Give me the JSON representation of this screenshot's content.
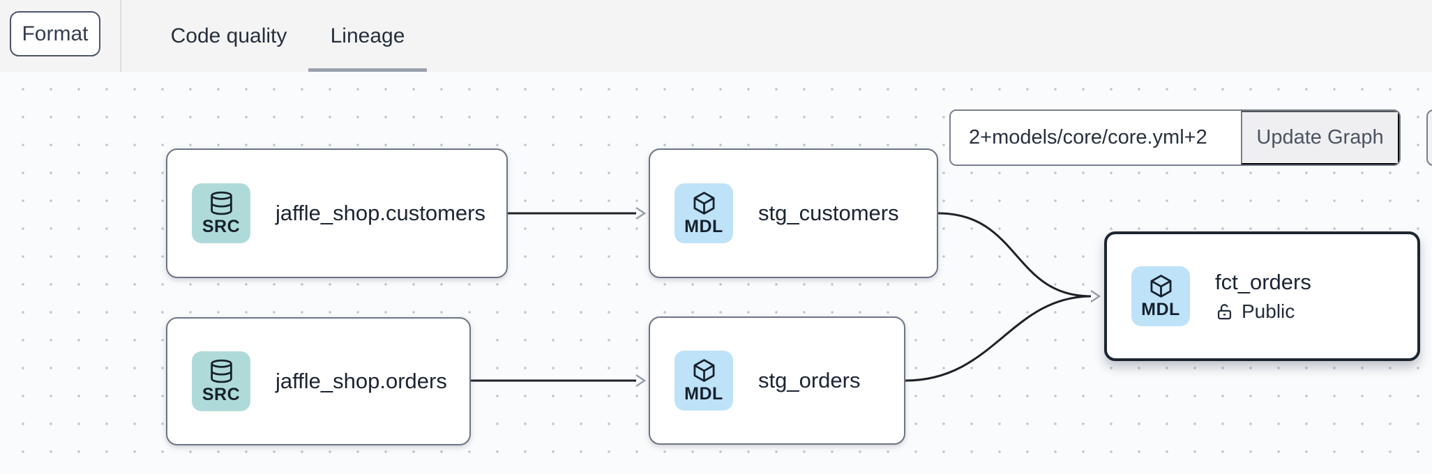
{
  "header": {
    "format_button": "Format",
    "tabs": [
      {
        "label": "Code quality",
        "active": false
      },
      {
        "label": "Lineage",
        "active": true
      }
    ]
  },
  "graph_controls": {
    "selector_input_value": "2+models/core/core.yml+2",
    "update_button": "Update Graph"
  },
  "lineage": {
    "nodes": [
      {
        "label": "jaffle_shop.customers",
        "type": "SRC",
        "kind": "source",
        "selected": false
      },
      {
        "label": "stg_customers",
        "type": "MDL",
        "kind": "model",
        "selected": false
      },
      {
        "label": "jaffle_shop.orders",
        "type": "SRC",
        "kind": "source",
        "selected": false
      },
      {
        "label": "stg_orders",
        "type": "MDL",
        "kind": "model",
        "selected": false
      },
      {
        "label": "fct_orders",
        "type": "MDL",
        "kind": "model",
        "access": "Public",
        "selected": true
      }
    ],
    "edges": [
      {
        "from": "jaffle_shop.customers",
        "to": "stg_customers"
      },
      {
        "from": "jaffle_shop.orders",
        "to": "stg_orders"
      },
      {
        "from": "stg_customers",
        "to": "fct_orders"
      },
      {
        "from": "stg_orders",
        "to": "fct_orders"
      }
    ]
  },
  "colors": {
    "topbar_bg": "#f4f4f5",
    "canvas_bg": "#fafbfc",
    "dot_grid": "#bfc3cb",
    "source_badge_bg": "#aedbd9",
    "model_badge_bg": "#bee2f8",
    "node_border": "#6b7483",
    "selected_node_border": "#1d2633",
    "edge_stroke": "#1d2128",
    "arrowhead": "#979eab",
    "tab_underline": "#9aa1ad",
    "text_dark": "#1b2433"
  }
}
